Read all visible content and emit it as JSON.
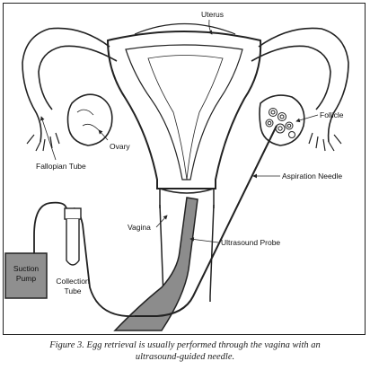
{
  "labels": {
    "uterus": "Uterus",
    "follicle": "Follicle",
    "ovary": "Ovary",
    "fallopian_tube": "Fallopian Tube",
    "aspiration_needle": "Aspiration Needle",
    "vagina": "Vagina",
    "ultrasound_probe": "Ultrasound Probe",
    "suction_pump_line1": "Suction",
    "suction_pump_line2": "Pump",
    "collection_tube_line1": "Collection",
    "collection_tube_line2": "Tube"
  },
  "caption": {
    "line1": "Figure 3. Egg retrieval is usually performed through the vagina with an",
    "line2": "ultrasound-guided needle."
  },
  "colors": {
    "line": "#222222",
    "probe_fill": "#8c8c8c",
    "pump_fill": "#8f8f8f"
  }
}
